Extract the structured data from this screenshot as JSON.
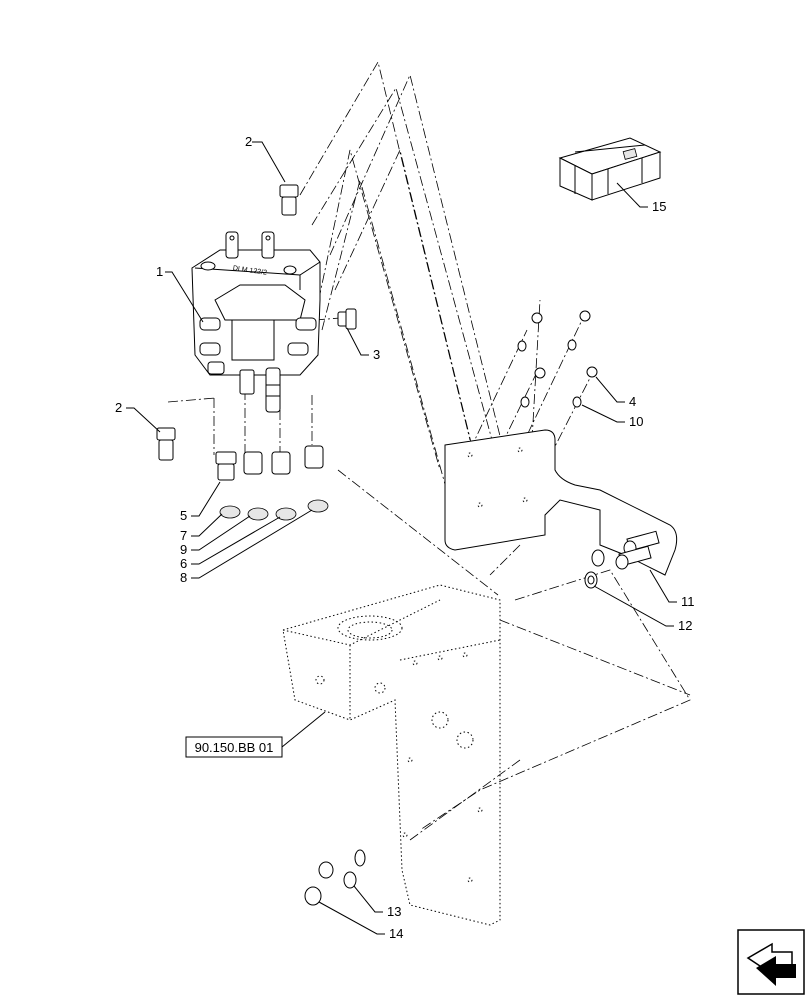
{
  "callouts": [
    {
      "id": "c2a",
      "label": "2"
    },
    {
      "id": "c1",
      "label": "1"
    },
    {
      "id": "c3",
      "label": "3"
    },
    {
      "id": "c2b",
      "label": "2"
    },
    {
      "id": "c5",
      "label": "5"
    },
    {
      "id": "c7",
      "label": "7"
    },
    {
      "id": "c9",
      "label": "9"
    },
    {
      "id": "c6",
      "label": "6"
    },
    {
      "id": "c8",
      "label": "8"
    },
    {
      "id": "c4",
      "label": "4"
    },
    {
      "id": "c10",
      "label": "10"
    },
    {
      "id": "c11",
      "label": "11"
    },
    {
      "id": "c12",
      "label": "12"
    },
    {
      "id": "c13",
      "label": "13"
    },
    {
      "id": "c14",
      "label": "14"
    },
    {
      "id": "c15",
      "label": "15"
    }
  ],
  "reference_box": {
    "label": "90.150.BB 01"
  },
  "valve_marking": "DLM 122/2"
}
